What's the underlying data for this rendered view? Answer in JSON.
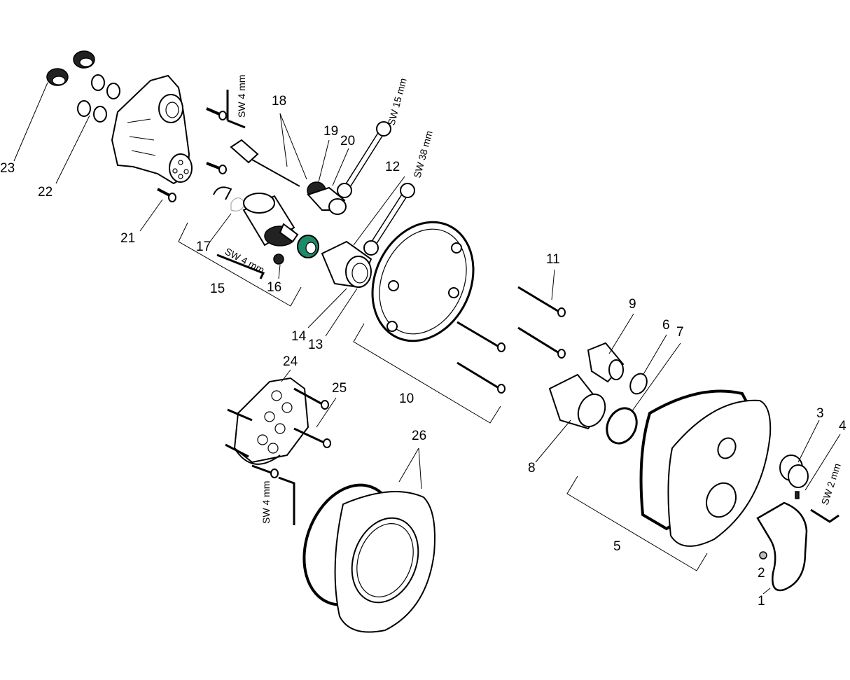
{
  "part_numbers": {
    "p1": "1",
    "p2": "2",
    "p3": "3",
    "p4": "4",
    "p5": "5",
    "p6": "6",
    "p7": "7",
    "p8": "8",
    "p9": "9",
    "p10": "10",
    "p11": "11",
    "p12": "12",
    "p13": "13",
    "p14": "14",
    "p15": "15",
    "p16": "16",
    "p17": "17",
    "p18": "18",
    "p19": "19",
    "p20": "20",
    "p21": "21",
    "p22": "22",
    "p23": "23",
    "p24": "24",
    "p25": "25",
    "p26": "26"
  },
  "tools": {
    "sw4_top": "SW 4 mm",
    "sw15": "SW 15 mm",
    "sw38": "SW 38 mm",
    "sw4_mid": "SW 4 mm",
    "sw4_bottom": "SW 4 mm",
    "sw2": "SW 2 mm"
  },
  "colors": {
    "line": "#000000",
    "accent": "#1f8a6a"
  }
}
